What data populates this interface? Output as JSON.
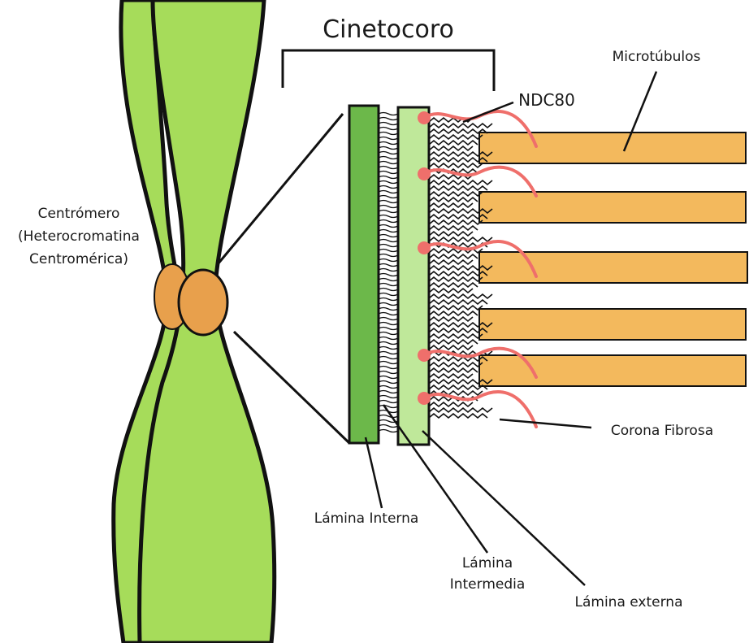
{
  "labels": {
    "cinetocoro": "Cinetocoro",
    "microtubulos": "Microtúbulos",
    "ndc80": "NDC80",
    "centromero": [
      "Centrómero",
      "(Heterocromatina",
      "Centromérica)"
    ],
    "corona_fibrosa": "Corona Fibrosa",
    "lamina_interna": "Lámina Interna",
    "lamina_intermedia": [
      "Lámina",
      "Intermedia"
    ],
    "lamina_externa": "Lámina externa"
  },
  "colors": {
    "chromatid": "#a6dc5a",
    "centromere": "#e8a04c",
    "inner_plate": "#6cb84a",
    "outer_plate": "#bfe89a",
    "microtubule": "#f3b95d",
    "ndc80": "#ef6f6b",
    "outline": "#111111"
  }
}
